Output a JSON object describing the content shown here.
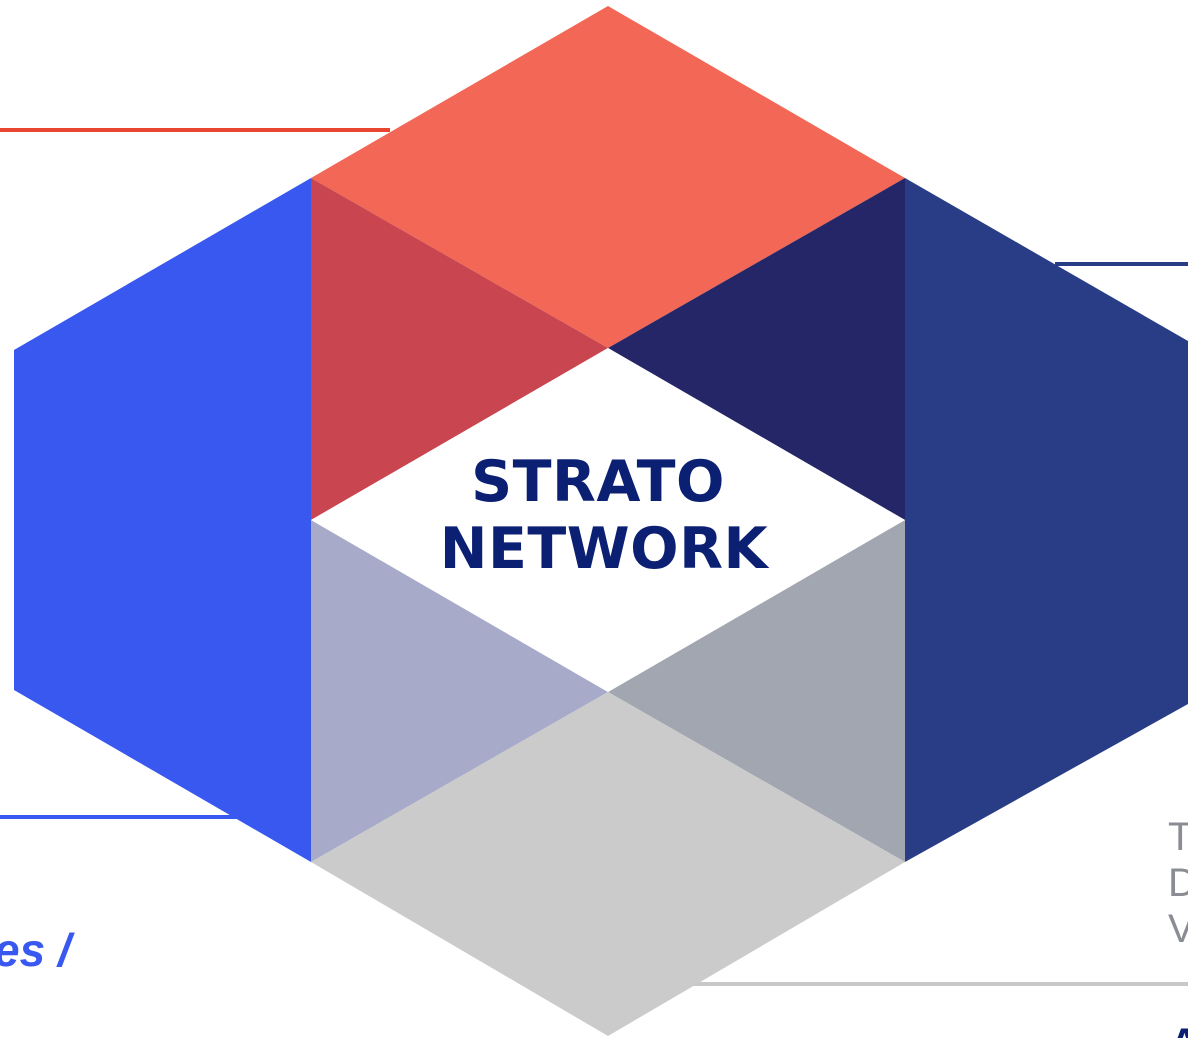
{
  "center_label": {
    "line1": "STRATO",
    "line2": "NETWORK"
  },
  "left_fragment": {
    "text": "es /"
  },
  "right_fragment": {
    "lines": [
      "T",
      "D",
      "V"
    ],
    "bottom": "A"
  },
  "colors": {
    "top": "#f26755",
    "top_left_inner": "#c94550",
    "top_right_inner": "#252668",
    "left": "#3858ef",
    "right": "#283d86",
    "bottom_left_inner": "#a7aac8",
    "bottom_right_inner": "#a1a6b1",
    "bottom": "#cbcbcb",
    "title_text": "#0b1f73",
    "left_accent_text": "#3858ef",
    "rule_red": "#e84630",
    "rule_blue": "#3858ef",
    "rule_navy": "#283d86",
    "rule_gray": "#c8c8c8"
  }
}
